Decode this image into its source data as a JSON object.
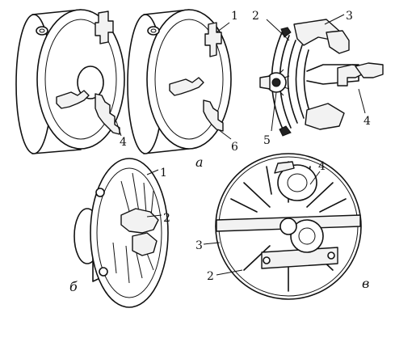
{
  "labels": {
    "a": {
      "panel": "а",
      "chuck3_jaw": "4",
      "chuck4_top": "1",
      "chuck4_jaw": "6",
      "scroll": "2",
      "jaw_assembly": "3",
      "jaw": "4",
      "pinion": "5"
    },
    "b": {
      "panel": "б",
      "jaw": "1",
      "body": "2"
    },
    "v": {
      "panel": "в",
      "screw": "2",
      "jaw": "3",
      "workpiece": "4"
    }
  }
}
